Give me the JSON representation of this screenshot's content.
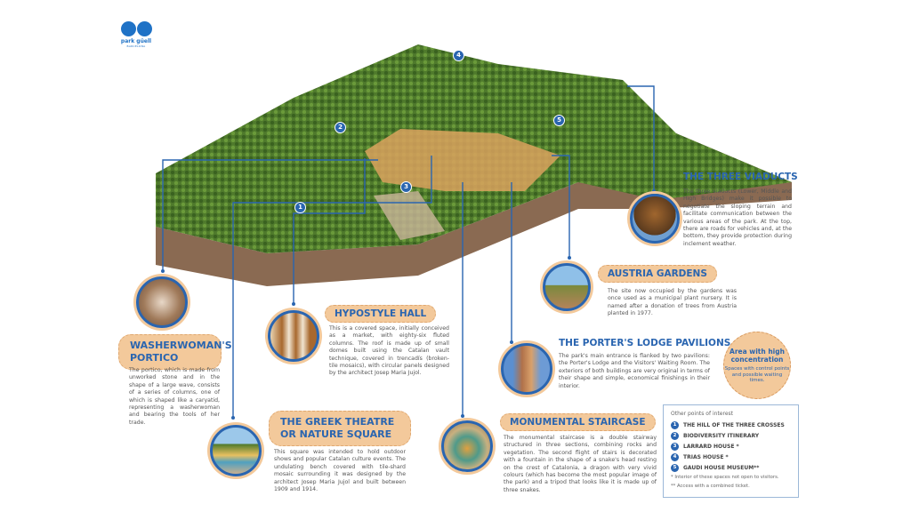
{
  "logo": {
    "name": "park güell",
    "city": "BARCELONA"
  },
  "colors": {
    "brand_blue": "#2a65b0",
    "accent_peach": "#f3c99b",
    "vegetation": "#4f7a2c",
    "terrain": "#8a6a52"
  },
  "map_markers": [
    "1",
    "2",
    "3",
    "4",
    "5"
  ],
  "sections": {
    "viaducts": {
      "title": "THE THREE VIADUCTS",
      "text": "The three viaducts (Lower, Middle and High Bridges) make it possible to negotiate the sloping terrain and facilitate communication between the various areas of the park. At the top, there are roads for vehicles and, at the bottom, they provide protection during inclement weather."
    },
    "austria": {
      "title": "AUSTRIA GARDENS",
      "text": "The site now occupied by the gardens was once used as a municipal plant nursery. It is named after a donation of trees from Austria planted in 1977."
    },
    "porters": {
      "title": "THE PORTER'S LODGE PAVILIONS",
      "text": "The park's main entrance is flanked by two pavilions: the Porter's Lodge and the Visitors' Waiting Room. The exteriors of both buildings are very original in terms of their shape and simple, economical finishings in their interior."
    },
    "washerwoman": {
      "title": "WASHERWOMAN'S PORTICO",
      "text": "The portico, which is made from unworked stone and in the shape of a large wave, consists of a series of columns, one of which is shaped like a caryatid, representing a washerwoman and bearing the tools of her trade."
    },
    "hypostyle": {
      "title": "HYPOSTYLE HALL",
      "text": "This is a covered space, initially conceived as a market, with eighty-six fluted columns. The roof is made up of small domes built using the Catalan vault technique, covered in trencadís (broken-tile mosaics), with circular panels designed by the architect Josep Maria Jujol."
    },
    "greek": {
      "title": "THE GREEK THEATRE OR NATURE SQUARE",
      "text": "This square was intended to hold outdoor shows and popular Catalan culture events. The undulating bench covered with tile-shard mosaic surrounding it was designed by the architect Josep Maria Jujol and built between 1909 and 1914."
    },
    "staircase": {
      "title": "MONUMENTAL STAIRCASE",
      "text": "The monumental staircase is a double stairway structured in three sections, combining rocks and vegetation. The second flight of stairs is decorated with a fountain in the shape of a snake's head resting on the crest of Catalonia, a dragon with very vivid colours (which has become the most popular image of the park) and a tripod that looks like it is made up of three snakes."
    }
  },
  "concentration": {
    "title": "Area with high concentration",
    "subtitle": "Spaces with control points and possible waiting times."
  },
  "poi": {
    "heading": "Other points of interest",
    "items": [
      {
        "n": "1",
        "label": "THE HILL OF THE THREE CROSSES"
      },
      {
        "n": "2",
        "label": "BIODIVERSITY ITINERARY"
      },
      {
        "n": "3",
        "label": "LARRARD HOUSE *"
      },
      {
        "n": "4",
        "label": "TRIAS HOUSE *"
      },
      {
        "n": "5",
        "label": "GAUDI HOUSE MUSEUM**"
      }
    ],
    "note1": "* Interior of these spaces not open to visitors.",
    "note2": "** Access with a combined ticket."
  }
}
